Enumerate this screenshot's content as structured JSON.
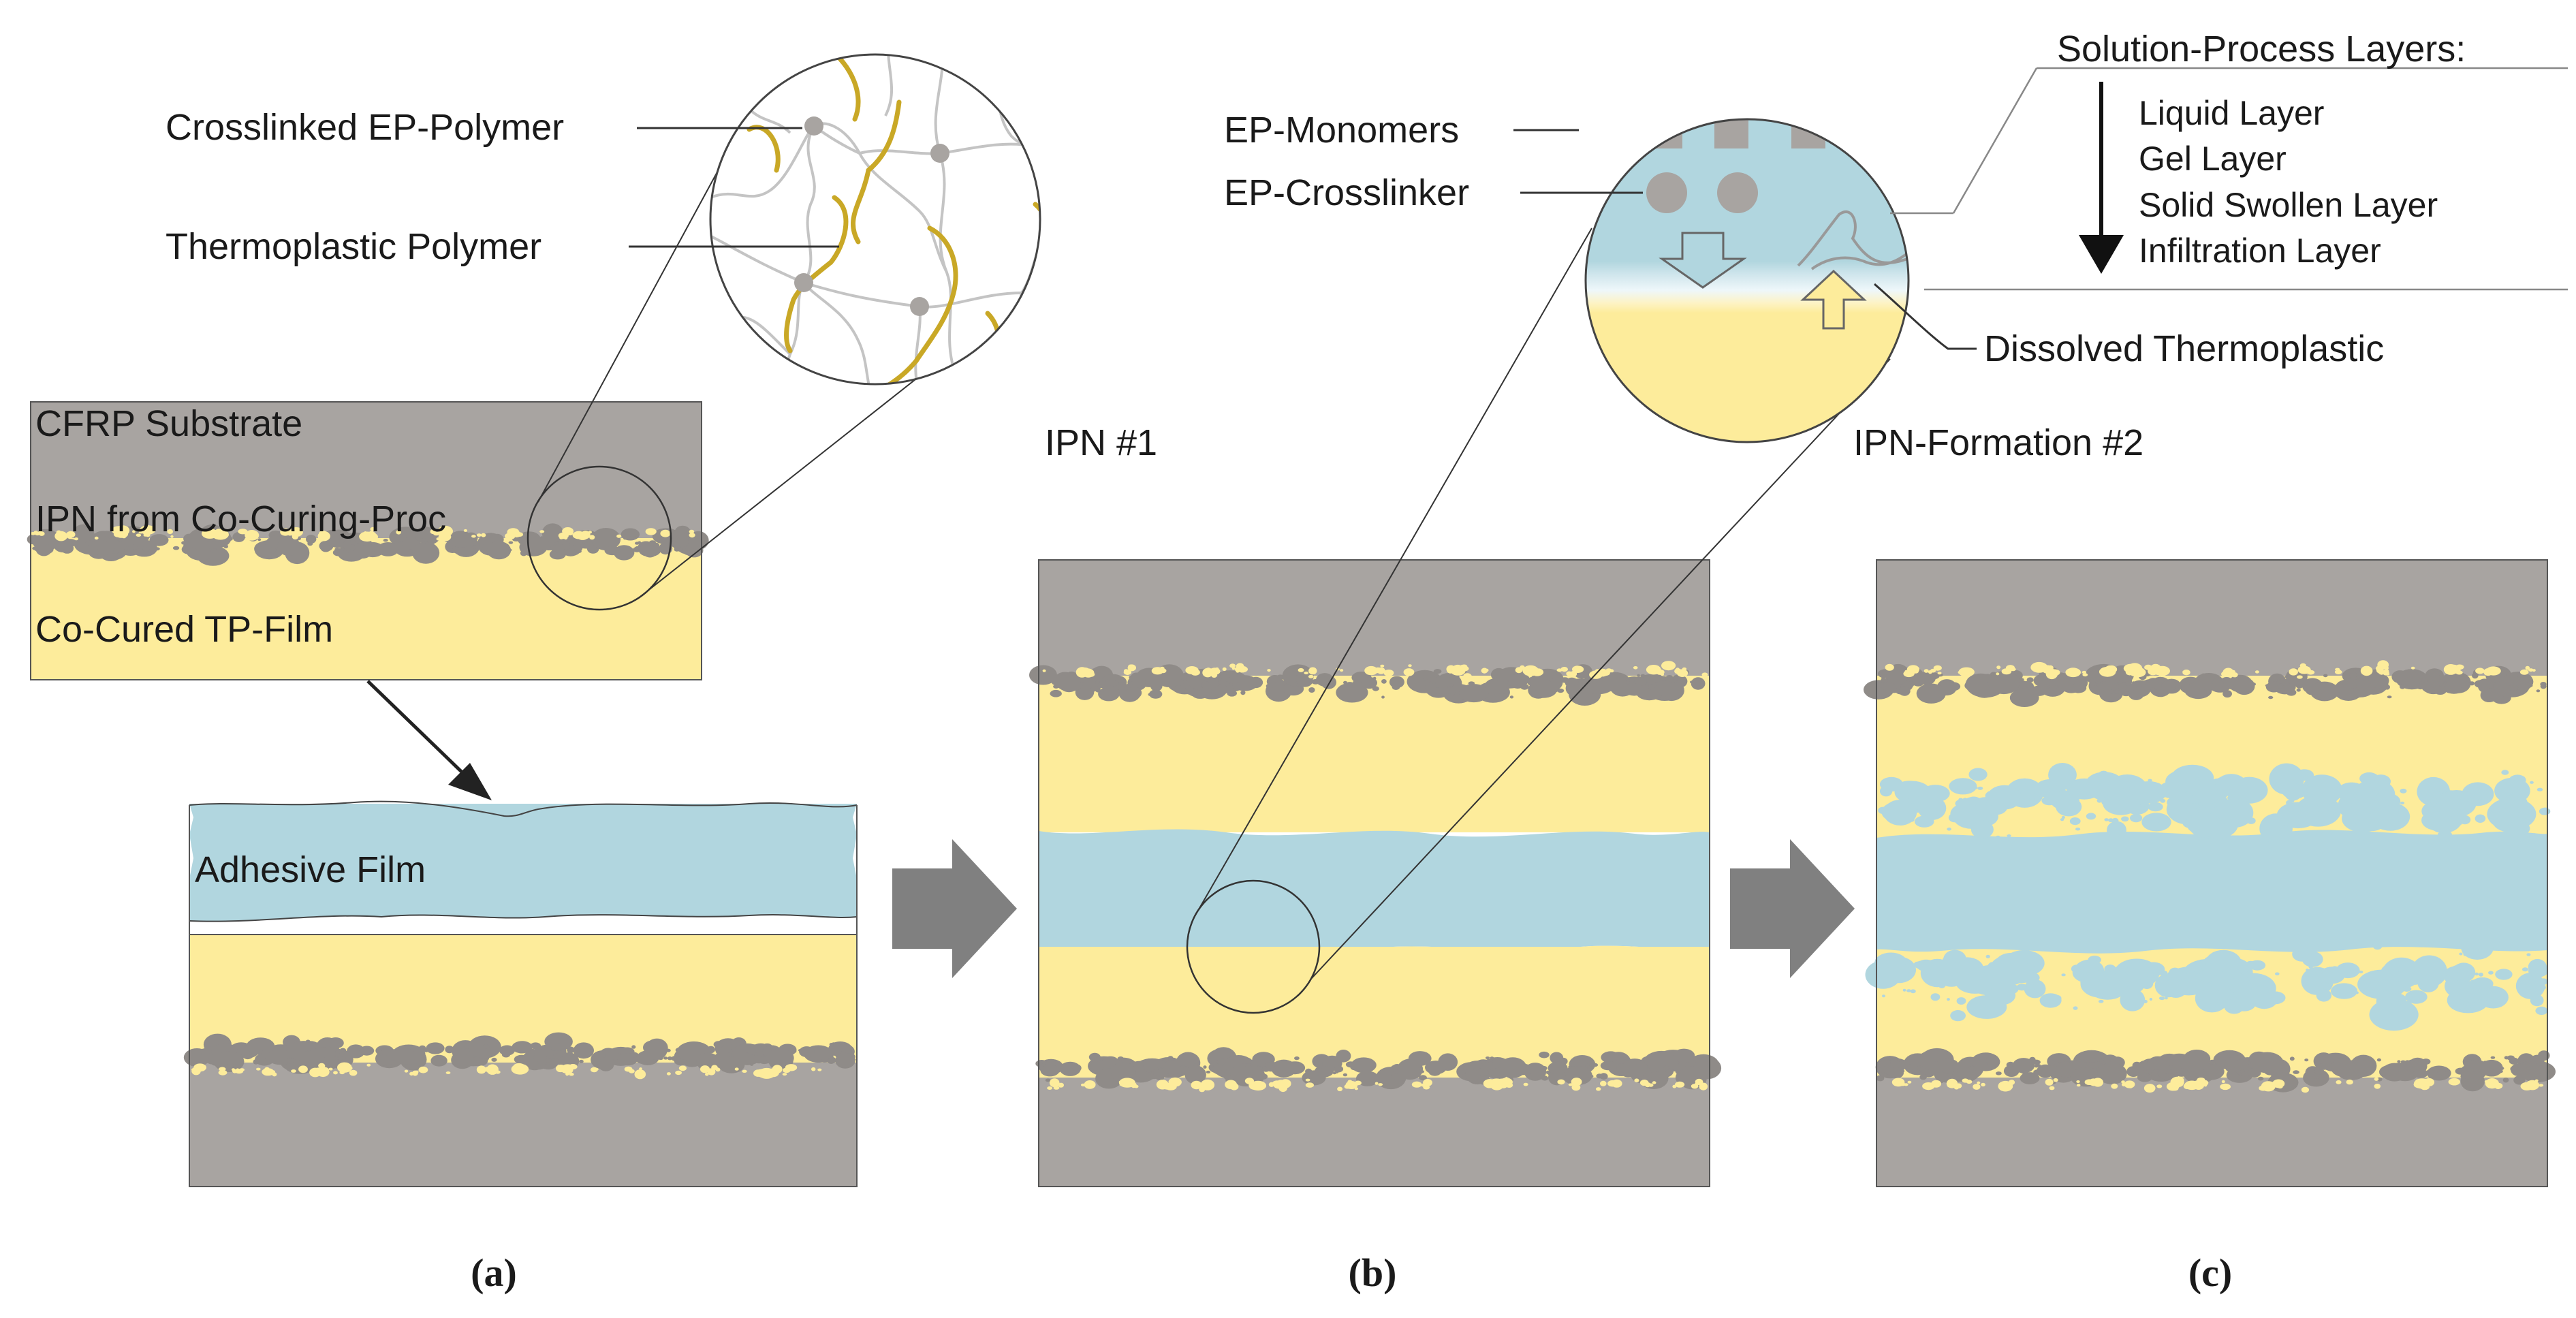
{
  "labels": {
    "crosslinked_ep_polymer": "Crosslinked EP-Polymer",
    "thermoplastic_polymer": "Thermoplastic Polymer",
    "ipn_1": "IPN #1",
    "cfrp_substrate": "CFRP Substrate",
    "ipn_co_curing": "IPN from Co-Curing-Proc",
    "co_cured_tp_film": "Co-Cured TP-Film",
    "adhesive_film": "Adhesive Film",
    "ep_monomers": "EP-Monomers",
    "ep_crosslinker": "EP-Crosslinker",
    "dissolved_thermoplastic": "Dissolved Thermoplastic",
    "ipn_formation_2": "IPN-Formation #2"
  },
  "solution_process": {
    "title": "Solution-Process Layers:",
    "layers": [
      "Liquid Layer",
      "Gel Layer",
      "Solid Swollen Layer",
      "Infiltration Layer"
    ]
  },
  "panels": {
    "a": "(a)",
    "b": "(b)",
    "c": "(c)"
  },
  "colors": {
    "cfrp_gray": "#a8a4a1",
    "particle_gray": "#8f8b88",
    "thermoplastic_yellow": "#fdec9b",
    "adhesive_blue": "#b1d6df",
    "tp_chain_gold": "#c9a826",
    "arrow_gray": "#808080",
    "line_dark": "#333333"
  }
}
